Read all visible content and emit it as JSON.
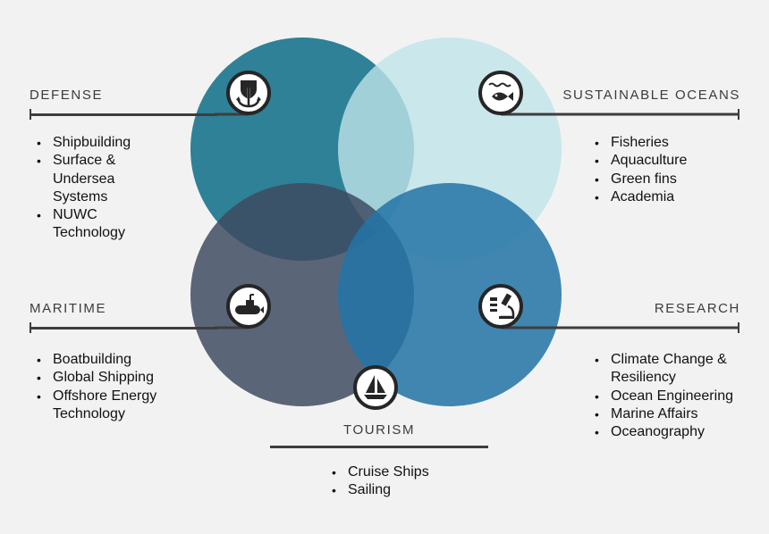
{
  "colors": {
    "background": "#f2f2f2",
    "defense_circle": "#2e8197",
    "oceans_circle": "#bfe3e8",
    "maritime_circle": "#3e4a60",
    "research_circle": "#2374a6",
    "icon_ring": "#262626",
    "rule": "#3d3d3d"
  },
  "sections": {
    "defense": {
      "title": "DEFENSE",
      "icon": "anchor-shield-icon",
      "items": [
        "Shipbuilding",
        "Surface & Undersea Systems",
        "NUWC Technology"
      ]
    },
    "oceans": {
      "title": "SUSTAINABLE OCEANS",
      "icon": "fish-icon",
      "items": [
        "Fisheries",
        "Aquaculture",
        "Green fins",
        "Academia"
      ]
    },
    "maritime": {
      "title": "MARITIME",
      "icon": "submarine-icon",
      "items": [
        "Boatbuilding",
        "Global Shipping",
        "Offshore Energy Technology"
      ]
    },
    "research": {
      "title": "RESEARCH",
      "icon": "microscope-icon",
      "items": [
        "Climate Change & Resiliency",
        "Ocean Engineering",
        "Marine Affairs",
        "Oceanography"
      ]
    },
    "tourism": {
      "title": "TOURISM",
      "icon": "sailboat-icon",
      "items": [
        "Cruise Ships",
        "Sailing"
      ]
    }
  }
}
